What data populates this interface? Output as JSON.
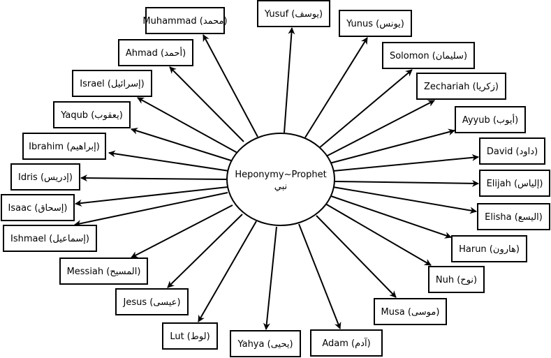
{
  "center": {
    "title": "Heponymy~Prophet",
    "subtitle": "نبي"
  },
  "prophets": [
    "Muhammad (محمد)",
    "Yusuf (يوسف)",
    "Yunus (يونس)",
    "Ahmad (أحمد)",
    "Solomon (سليمان)",
    "Israel (إسرائيل)",
    "Zechariah (زكريا)",
    "Yaqub (يعقوب)",
    "Ayyub (أيوب)",
    "Ibrahim (إبراهيم)",
    "David (داود)",
    "Idris (إدريس)",
    "Elijah (إلياس)",
    "Isaac (إسحاق)",
    "Elisha (اليسع)",
    "Ishmael (إسماعيل)",
    "Harun (هارون)",
    "Messiah (المسيح)",
    "Nuh (نوح)",
    "Musa (موسى)",
    "Jesus (عيسى)",
    "Lut (لوط)",
    "Adam (آدم)",
    "Yahya (يحيى)"
  ]
}
